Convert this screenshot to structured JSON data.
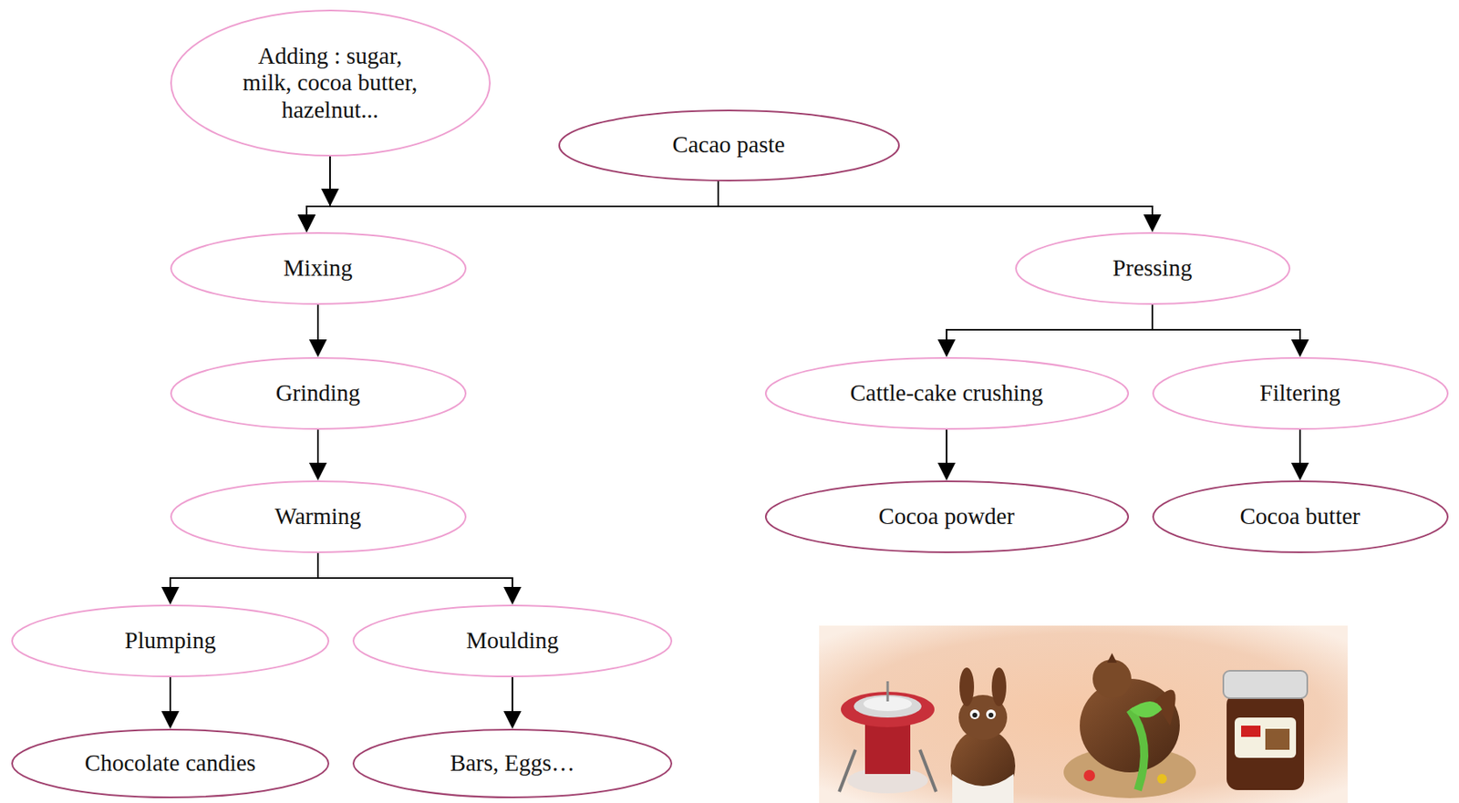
{
  "diagram": {
    "nodes": [
      {
        "text": [
          "Adding : sugar, milk, cocoa butter, hazelnut..."
        ]
      },
      {
        "text": [
          "Cacao paste"
        ]
      },
      {
        "text": [
          "Mixing"
        ]
      },
      {
        "text": [
          "Pressing"
        ]
      },
      {
        "text": [
          "Grinding"
        ]
      },
      {
        "text": [
          "Cattle-cake crushing"
        ]
      },
      {
        "text": [
          "Filtering"
        ]
      },
      {
        "text": [
          "Warming"
        ]
      },
      {
        "text": [
          "Cocoa powder"
        ]
      },
      {
        "text": [
          "Cocoa butter"
        ]
      },
      {
        "text": [
          "Plumping"
        ]
      },
      {
        "text": [
          "Moulding"
        ]
      },
      {
        "text": [
          "Chocolate candies"
        ]
      },
      {
        "text": [
          "Bars, Eggs…"
        ]
      }
    ],
    "edges": [
      {
        "from": 0,
        "to": 2,
        "arrow": "to"
      },
      {
        "from": 1,
        "to": 2,
        "arrow": "to"
      },
      {
        "from": 1,
        "to": 3,
        "arrow": "to"
      },
      {
        "from": 2,
        "to": 4,
        "arrow": "to"
      },
      {
        "from": 3,
        "to": 5,
        "arrow": "to"
      },
      {
        "from": 3,
        "to": 6,
        "arrow": "to"
      },
      {
        "from": 4,
        "to": 7,
        "arrow": "to"
      },
      {
        "from": 5,
        "to": 8,
        "arrow": "to"
      },
      {
        "from": 6,
        "to": 9,
        "arrow": "to"
      },
      {
        "from": 7,
        "to": 10,
        "arrow": "to"
      },
      {
        "from": 7,
        "to": 11,
        "arrow": "to"
      },
      {
        "from": 10,
        "to": 12,
        "arrow": "to"
      },
      {
        "from": 11,
        "to": 13,
        "arrow": "to"
      }
    ]
  }
}
